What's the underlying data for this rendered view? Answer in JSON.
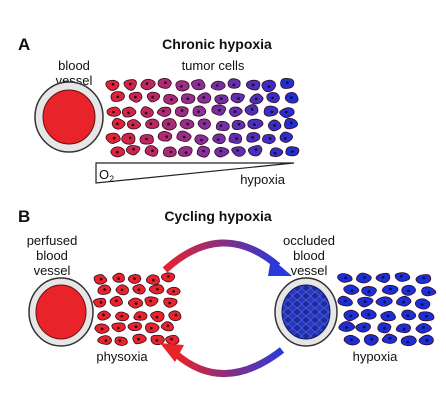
{
  "panel_a": {
    "letter": "A",
    "title": "Chronic hypoxia",
    "vessel_label": [
      "blood",
      "vessel"
    ],
    "cells_label": "tumor cells",
    "oxygen_label": "O",
    "oxygen_subscript": "2",
    "gradient_label": "hypoxia"
  },
  "panel_b": {
    "letter": "B",
    "title": "Cycling hypoxia",
    "perfused_label": [
      "perfused",
      "blood",
      "vessel"
    ],
    "occluded_label": [
      "occluded",
      "blood",
      "vessel"
    ],
    "physoxia_label": "physoxia",
    "hypoxia_label": "hypoxia"
  },
  "colors": {
    "oxygenated": "#e8232a",
    "hypoxic": "#1a2fd6",
    "intermediate": "#8a2f9a",
    "vessel_wall": "#e6e6e6"
  }
}
